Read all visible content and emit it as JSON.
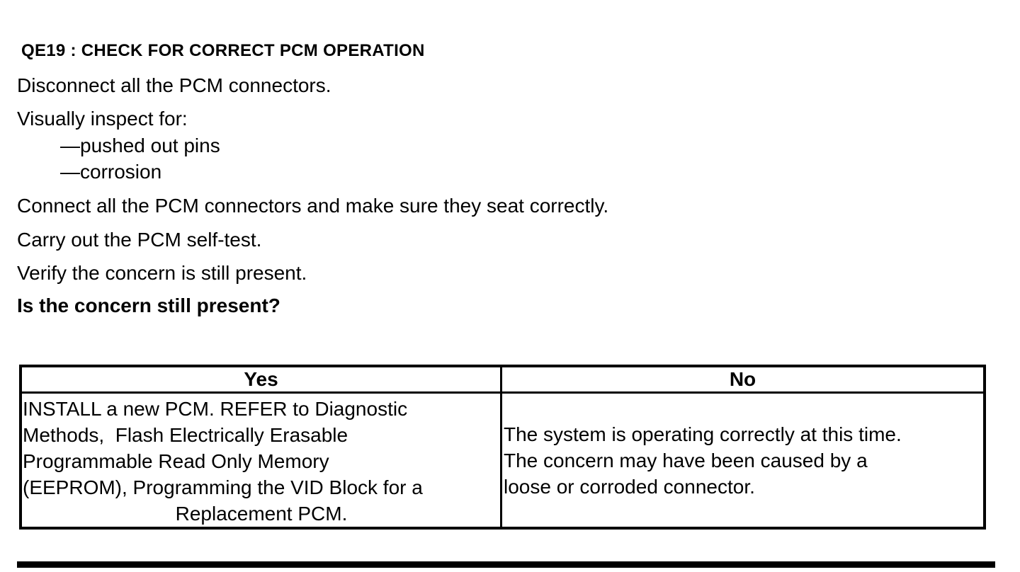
{
  "title": "QE19 : CHECK FOR CORRECT PCM OPERATION",
  "steps": [
    "Disconnect all the PCM connectors.",
    "Visually inspect for:",
    "—pushed out pins",
    "—corrosion",
    "Connect all the PCM connectors and make sure they seat correctly.",
    "Carry out the PCM self-test.",
    "Verify the concern is still present."
  ],
  "question": "Is the concern still present?",
  "decision_table": {
    "yes_header": "Yes",
    "no_header": "No",
    "yes_lines": [
      "INSTALL a new PCM. REFER to Diagnostic",
      "Methods,  Flash Electrically Erasable",
      "Programmable Read Only Memory",
      "(EEPROM), Programming the VID Block for a",
      "Replacement PCM."
    ],
    "no_lines": [
      "The system is operating correctly at this time.",
      "The concern may have been caused by a",
      "loose or corroded connector."
    ]
  },
  "colors": {
    "text": "#000000",
    "background": "#ffffff",
    "border": "#000000"
  }
}
